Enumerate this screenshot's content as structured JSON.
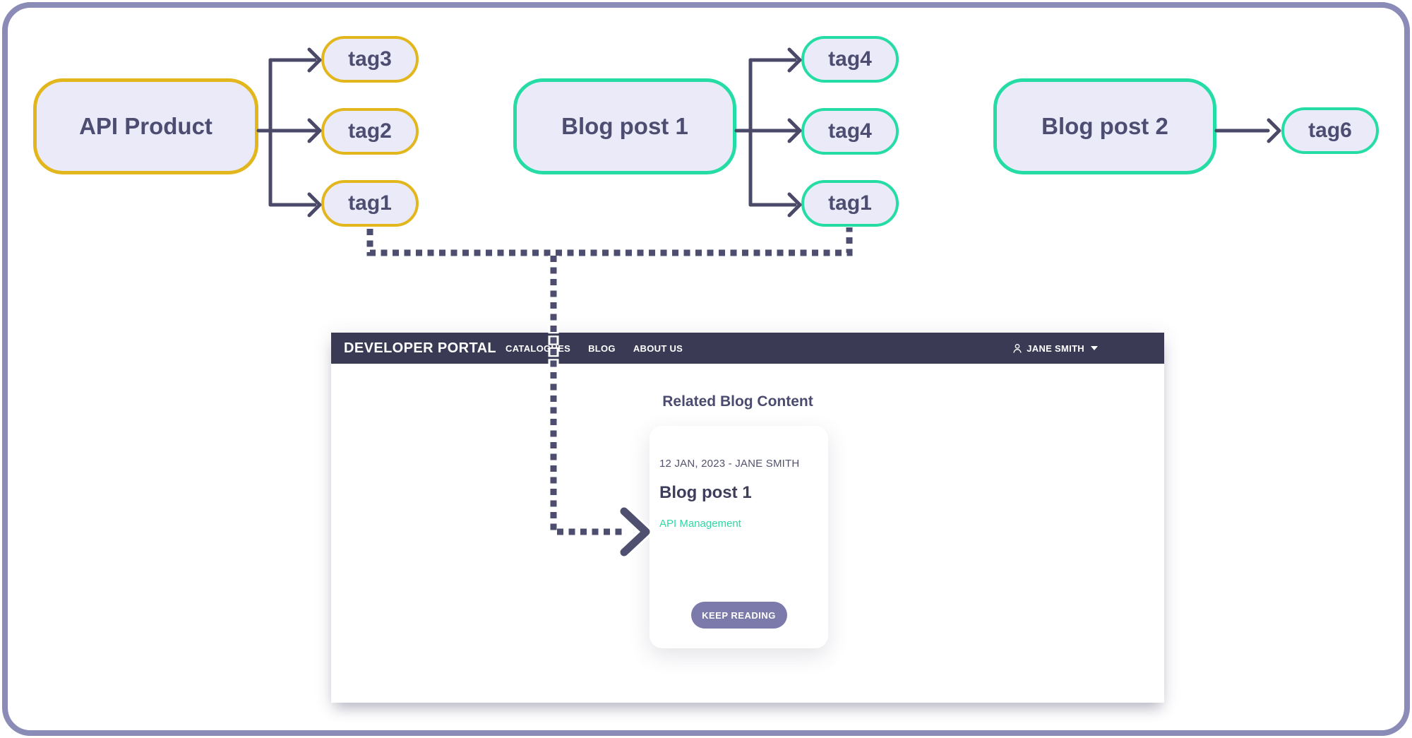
{
  "colors": {
    "frame_border": "#8B8BB7",
    "node_fill": "#EAEAF8",
    "gold_accent": "#E2B71E",
    "teal_accent": "#25DCA5",
    "diagram_text": "#4D4D71",
    "connector": "#4A4A68",
    "navbar_bg": "#3A3A55",
    "button_bg": "#7B7AAA",
    "tag_link": "#2ED8A3"
  },
  "diagram": {
    "nodes": [
      {
        "label": "API Product",
        "accent": "#E2B71E",
        "tags": [
          "tag3",
          "tag2",
          "tag1"
        ]
      },
      {
        "label": "Blog post 1",
        "accent": "#25DCA5",
        "tags": [
          "tag4",
          "tag4",
          "tag1"
        ]
      },
      {
        "label": "Blog post 2",
        "accent": "#25DCA5",
        "tags": [
          "tag6"
        ]
      }
    ]
  },
  "portal": {
    "navbar": {
      "brand": "DEVELOPER PORTAL",
      "items": [
        {
          "label": "CATALOGUES"
        },
        {
          "label": "BLOG"
        },
        {
          "label": "ABOUT US"
        }
      ],
      "user": {
        "name": "JANE SMITH"
      }
    },
    "heading": "Related Blog Content",
    "card": {
      "meta": "12 JAN, 2023 - JANE SMITH",
      "title": "Blog post 1",
      "tag": "API Management",
      "cta": "KEEP READING"
    }
  }
}
